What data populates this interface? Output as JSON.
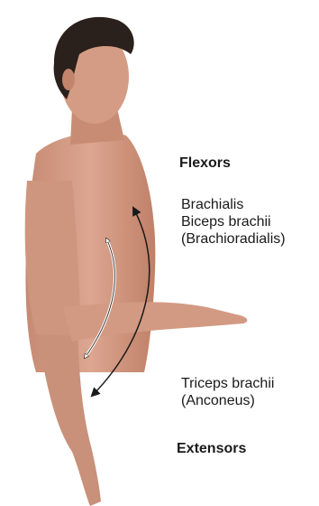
{
  "figure": {
    "subject": "man-elbow-flexion-extension-photo",
    "colors": {
      "skin": "#d9a088",
      "skin_shadow": "#b77c66",
      "hair": "#2a201c",
      "arrow": "#1a1a1a",
      "arrow_inner": "#ffffff"
    }
  },
  "flexors": {
    "heading": "Flexors",
    "muscles": [
      "Brachialis",
      "Biceps brachii",
      "(Brachioradialis)"
    ]
  },
  "extensors": {
    "heading": "Extensors",
    "muscles": [
      "Triceps brachii",
      "(Anconeus)"
    ]
  }
}
